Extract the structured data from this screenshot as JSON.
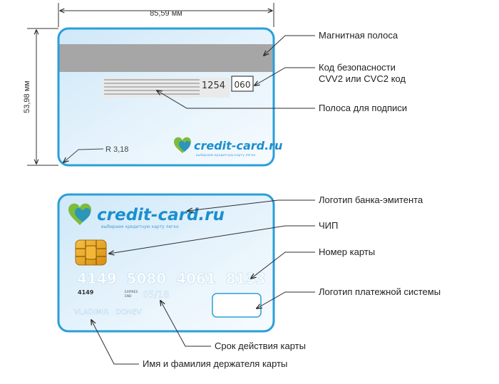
{
  "dimensions": {
    "width_label": "85,59 мм",
    "height_label": "53,98 мм",
    "radius_label": "R 3,18"
  },
  "back": {
    "security_code_digits": "1254",
    "cvv_value": "060",
    "logo": {
      "brand": "credit-card.ru",
      "tagline": "выбираем кредитную карту легко"
    }
  },
  "front": {
    "logo": {
      "brand": "credit-card.ru",
      "tagline": "выбираем кредитную карту легко"
    },
    "card_number": "4149  5080  4061  8133",
    "small_number": "4149",
    "expires_label_1": "EXPIRES",
    "expires_label_2": "END",
    "expiry": "05/18",
    "holder_name": "VLADIMIR   DONEV"
  },
  "callouts": {
    "magnetic_stripe": "Магнитная полоса",
    "security_code_line1": "Код безопасности",
    "security_code_line2": "CVV2 или CVC2 код",
    "signature_strip": "Полоса для подписи",
    "issuer_logo": "Логотип банка-эмитента",
    "chip": "ЧИП",
    "card_number": "Номер карты",
    "payment_system_logo": "Логотип платежной системы",
    "expiry": "Срок действия карты",
    "holder_name": "Имя и фамилия держателя карты"
  },
  "colors": {
    "card_border": "#2a9fd8",
    "card_fill_top": "#d6ecfa",
    "card_fill_bottom": "#f1f8fe",
    "stripe": "#a6a6a6",
    "logo_green": "#7dbb3c",
    "logo_blue": "#1b8fd0",
    "embossed": "#ffffff"
  }
}
